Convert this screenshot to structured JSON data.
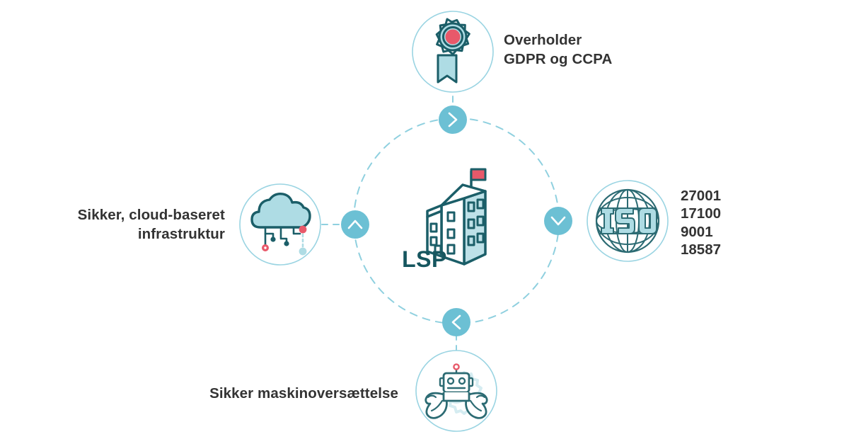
{
  "diagram": {
    "center": {
      "icon_name": "office-building-icon",
      "label": "LSP"
    },
    "connectors": [
      {
        "name": "connector-node-top",
        "glyph": "chevron-right-icon",
        "symbol": ">"
      },
      {
        "name": "connector-node-right",
        "glyph": "chevron-down-icon",
        "symbol": "v"
      },
      {
        "name": "connector-node-bottom",
        "glyph": "chevron-left-icon",
        "symbol": "<"
      },
      {
        "name": "connector-node-left",
        "glyph": "chevron-up-icon",
        "symbol": "^"
      }
    ],
    "nodes": [
      {
        "id": "compliance",
        "icon_name": "award-ribbon-icon",
        "label": "Overholder\nGDPR og CCPA",
        "position": "top"
      },
      {
        "id": "iso",
        "icon_name": "iso-globe-icon",
        "badge_text": "ISO",
        "label": "",
        "position": "right",
        "standards": [
          "27001",
          "17100",
          "9001",
          "18587"
        ]
      },
      {
        "id": "machine-translation",
        "icon_name": "robot-muscle-gear-icon",
        "label": "Sikker maskinoversættelse",
        "position": "bottom"
      },
      {
        "id": "cloud",
        "icon_name": "cloud-network-icon",
        "label": "Sikker, cloud-baseret\ninfrastruktur",
        "position": "left"
      }
    ]
  },
  "colors": {
    "background": "#ffffff",
    "dark_teal": "#1B5E68",
    "mid_teal": "#2C6B73",
    "light_blue": "#AEDCE4",
    "node_blue": "#6CC0D4",
    "ring_blue": "#9AD4E2",
    "accent_red": "#E8596A",
    "text_gray": "#333333",
    "lsp_text": "#16565F"
  }
}
